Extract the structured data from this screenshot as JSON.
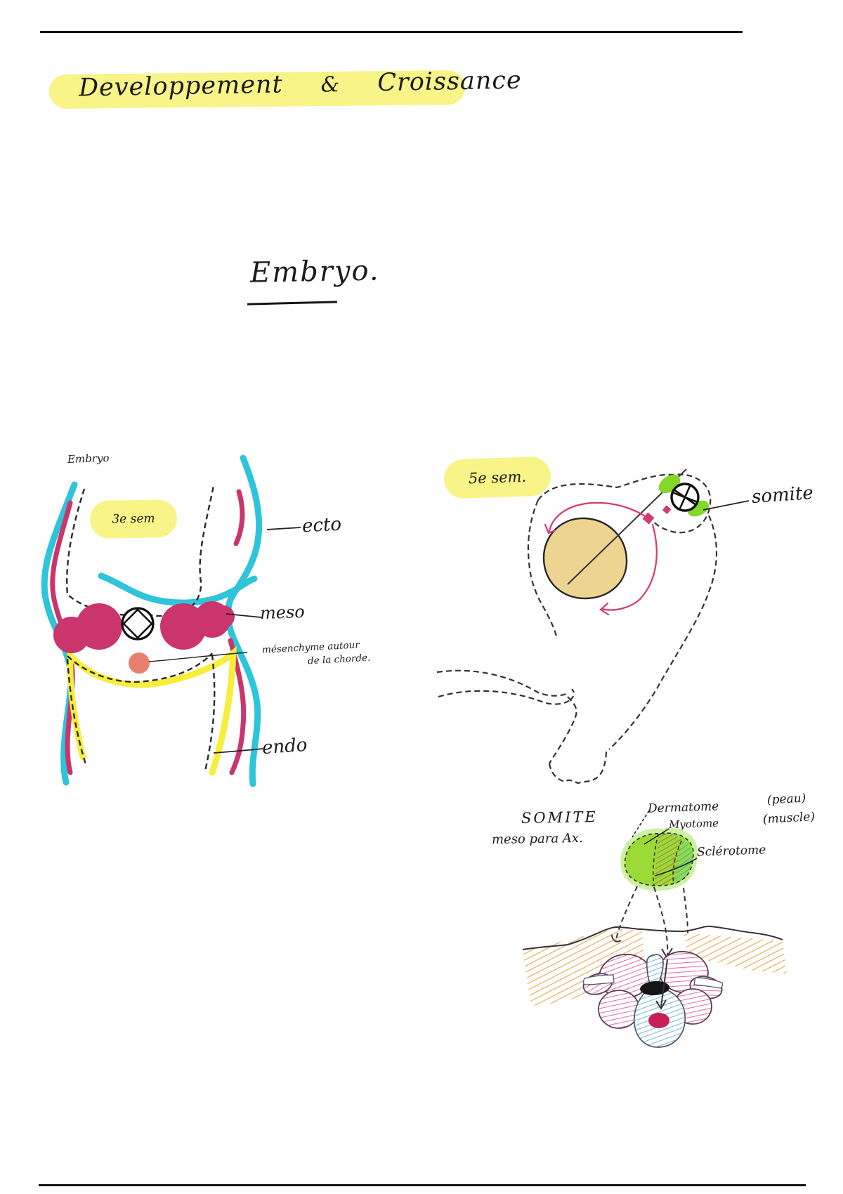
{
  "header": {
    "title_part1": "Developpement",
    "title_amp": "&",
    "title_part2": "Croissance"
  },
  "section": {
    "heading": "Embryo."
  },
  "left_diagram": {
    "corner_note": "Embryo",
    "stage": "3e sem",
    "label_ecto": "ecto",
    "label_meso": "meso",
    "label_mesenchyme_line1": "mésenchyme autour",
    "label_mesenchyme_line2": "de la chorde.",
    "label_endo": "endo"
  },
  "right_diagram": {
    "stage": "5e sem.",
    "label_somite": "somite"
  },
  "somite_diagram": {
    "title": "SOMITE",
    "subtitle": "meso para Ax.",
    "label_dermatome": "Dermatome",
    "note_dermatome": "(peau)",
    "label_myotome": "Myotome",
    "note_myotome": "(muscle)",
    "label_sclerotome": "Sclérotome"
  },
  "colors": {
    "highlight_yellow": "#f8f487",
    "cyan_ectoderm": "#2ec4d9",
    "magenta_mesoderm": "#c9356c",
    "yellow_endoderm": "#f6ee3a",
    "salmon_mesenchyme": "#e97f6f",
    "yolk_tan": "#eed491",
    "somite_green": "#84d829",
    "arrow_pink": "#d4396f",
    "hatch_orange": "#e3a23e",
    "hatch_pink": "#df6aa8",
    "hatch_blue": "#74b4d8",
    "notochord_crimson": "#c52055",
    "ink": "#1b1b1b"
  }
}
